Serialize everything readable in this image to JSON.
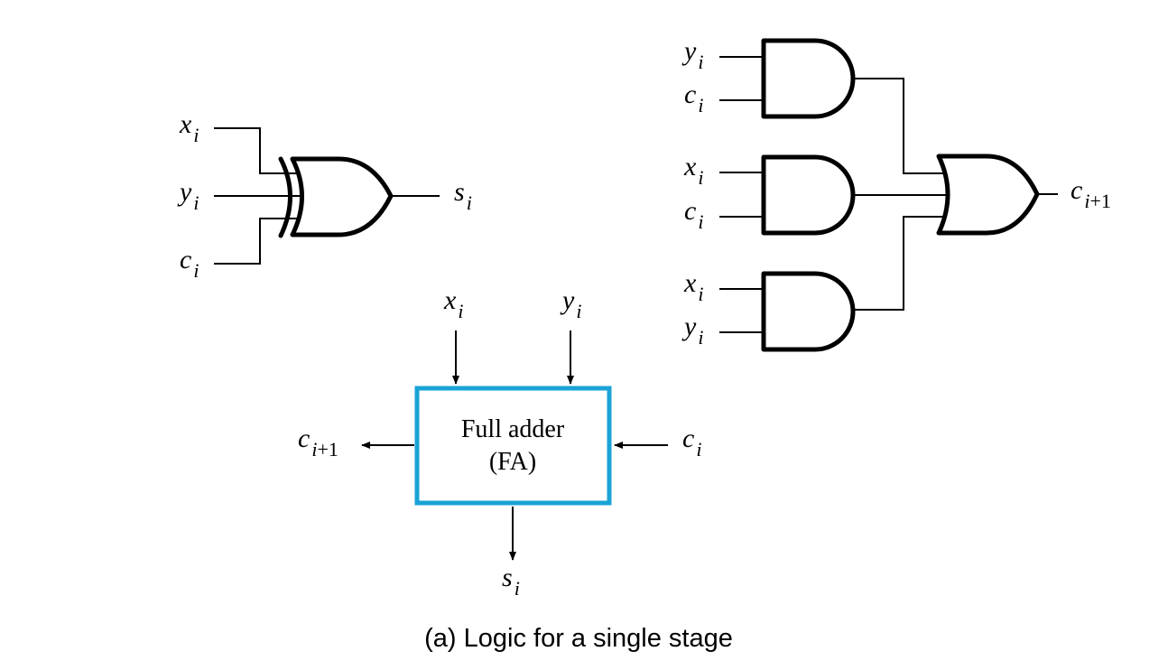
{
  "caption": "(a) Logic for a single stage",
  "colors": {
    "box_border": "#1aa3d6",
    "line": "#000000"
  },
  "xor_section": {
    "inputs": [
      {
        "var": "x",
        "sub": "i"
      },
      {
        "var": "y",
        "sub": "i"
      },
      {
        "var": "c",
        "sub": "i"
      }
    ],
    "output": {
      "var": "s",
      "sub": "i"
    }
  },
  "carry_section": {
    "and_gates": [
      {
        "inputs": [
          {
            "var": "y",
            "sub": "i"
          },
          {
            "var": "c",
            "sub": "i"
          }
        ]
      },
      {
        "inputs": [
          {
            "var": "x",
            "sub": "i"
          },
          {
            "var": "c",
            "sub": "i"
          }
        ]
      },
      {
        "inputs": [
          {
            "var": "x",
            "sub": "i"
          },
          {
            "var": "y",
            "sub": "i"
          }
        ]
      }
    ],
    "output": {
      "var": "c",
      "sub": "i",
      "sub_suffix": "+1"
    }
  },
  "full_adder": {
    "line1": "Full adder",
    "line2": "(FA)",
    "top_inputs": [
      {
        "var": "x",
        "sub": "i"
      },
      {
        "var": "y",
        "sub": "i"
      }
    ],
    "right_input": {
      "var": "c",
      "sub": "i"
    },
    "left_output": {
      "var": "c",
      "sub": "i",
      "sub_suffix": "+1"
    },
    "bottom_output": {
      "var": "s",
      "sub": "i"
    }
  }
}
